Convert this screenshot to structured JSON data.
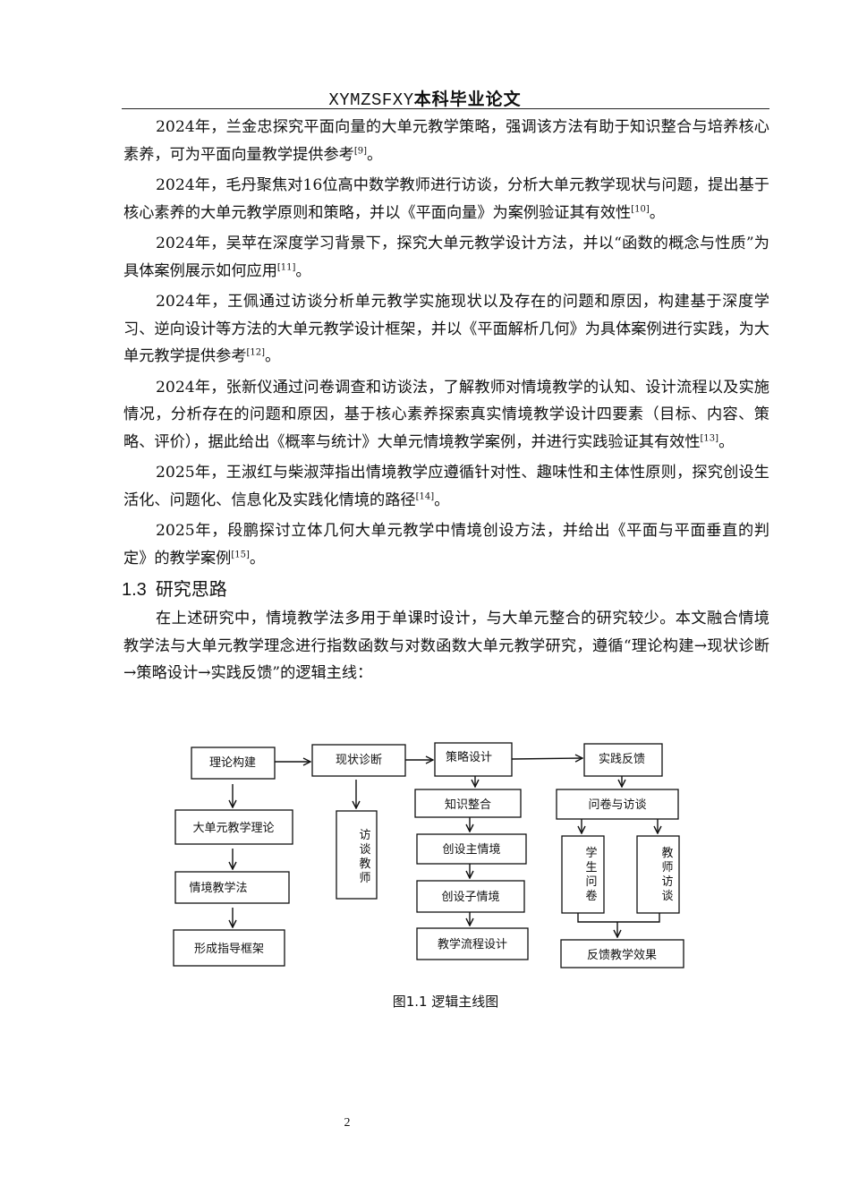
{
  "header": {
    "latin": "XYMZSFXY",
    "cjk": "本科毕业论文"
  },
  "paragraphs": [
    {
      "text": "2024年，兰金忠探究平面向量的大单元教学策略，强调该方法有助于知识整合与培养核心素养，可为平面向量教学提供参考",
      "ref": "[9]",
      "tail": "。"
    },
    {
      "text": "2024年，毛丹聚焦对16位高中数学教师进行访谈，分析大单元教学现状与问题，提出基于核心素养的大单元教学原则和策略，并以《平面向量》为案例验证其有效性",
      "ref": "[10]",
      "tail": "。"
    },
    {
      "text": "2024年，吴苹在深度学习背景下，探究大单元教学设计方法，并以“函数的概念与性质”为具体案例展示如何应用",
      "ref": "[11]",
      "tail": "。"
    },
    {
      "text": "2024年，王佩通过访谈分析单元教学实施现状以及存在的问题和原因，构建基于深度学习、逆向设计等方法的大单元教学设计框架，并以《平面解析几何》为具体案例进行实践，为大单元教学提供参考",
      "ref": "[12]",
      "tail": "。"
    },
    {
      "text": "2024年，张新仪通过问卷调查和访谈法，了解教师对情境教学的认知、设计流程以及实施情况，分析存在的问题和原因，基于核心素养探索真实情境教学设计四要素（目标、内容、策略、评价），据此给出《概率与统计》大单元情境教学案例，并进行实践验证其有效性",
      "ref": "[13]",
      "tail": "。"
    },
    {
      "text": "2025年，王淑红与柴淑萍指出情境教学应遵循针对性、趣味性和主体性原则，探究创设生活化、问题化、信息化及实践化情境的路径",
      "ref": "[14]",
      "tail": "。"
    },
    {
      "text": " 2025年，段鹏探讨立体几何大单元教学中情境创设方法，并给出《平面与平面垂直的判定》的教学案例",
      "ref": "[15]",
      "tail": "。"
    }
  ],
  "section": {
    "number": "1.3",
    "title": "研究思路"
  },
  "section_paragraph": "在上述研究中，情境教学法多用于单课时设计，与大单元整合的研究较少。本文融合情境教学法与大单元教学理念进行指数函数与对数函数大单元教学研究，遵循“理论构建→现状诊断→策略设计→实践反馈”的逻辑主线：",
  "diagram": {
    "theory": {
      "title": "理论构建",
      "items": [
        "大单元教学理论",
        "情境教学法",
        "形成指导框架"
      ]
    },
    "diagnosis": {
      "title": "现状诊断",
      "sub": "访谈教师"
    },
    "strategy": {
      "title": "策略设计",
      "items": [
        "知识整合",
        "创设主情境",
        "创设子情境",
        "教学流程设计"
      ]
    },
    "practice": {
      "title": "实践反馈",
      "survey": "问卷与访谈",
      "students": "学生问卷",
      "teachers": "教师访谈",
      "result": "反馈教学效果"
    }
  },
  "caption": "图1.1  逻辑主线图",
  "page_number": "2"
}
